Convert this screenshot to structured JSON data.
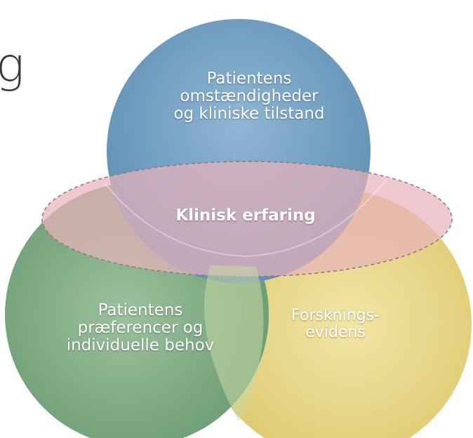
{
  "page": {
    "partial_heading": "g"
  },
  "diagram": {
    "circle_top": {
      "lines": [
        "Patientens",
        "omstændigheder",
        "og kliniske tilstand"
      ],
      "color": "#6d9cc0"
    },
    "circle_left": {
      "lines": [
        "Patientens",
        "præferencer og",
        "individuelle behov"
      ],
      "color": "#7fac84"
    },
    "circle_right": {
      "lines": [
        "Forsknings-",
        "evidens"
      ],
      "color": "#e9d98c"
    },
    "overlap_ellipse": {
      "label": "Klinisk erfaring",
      "color": "#d9a7ae"
    }
  }
}
